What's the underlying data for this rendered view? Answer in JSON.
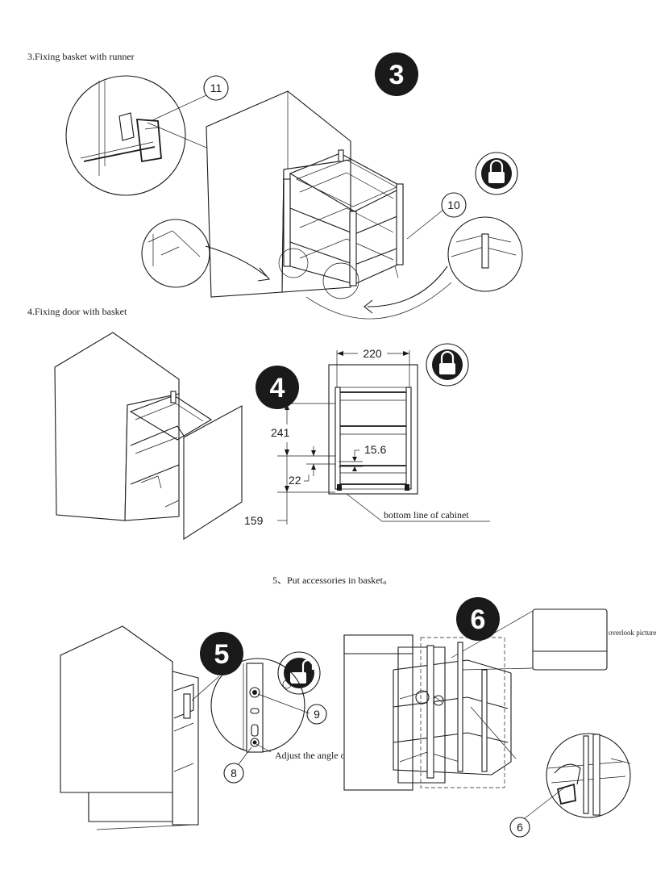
{
  "step3": {
    "caption": "3.Fixing basket with runner",
    "badge": "3",
    "callouts": [
      "11",
      "10"
    ]
  },
  "step4": {
    "caption": "4.Fixing door with basket",
    "badge": "4",
    "dims": {
      "width": "220",
      "d241": "241",
      "d15_6": "15.6",
      "d22": "22",
      "d159": "159"
    },
    "bottom_label": "bottom line of cabinet"
  },
  "step5": {
    "caption": "5、Put accessories in basket。",
    "badge": "5",
    "callouts": [
      "9",
      "8"
    ],
    "adjust_label": "Adjust the angle of door"
  },
  "step6": {
    "badge": "6",
    "overlook_label": "overlook picture",
    "callouts": [
      "6"
    ]
  },
  "icons": [
    "lock-closed-icon",
    "lock-closed-icon",
    "lock-open-icon"
  ]
}
